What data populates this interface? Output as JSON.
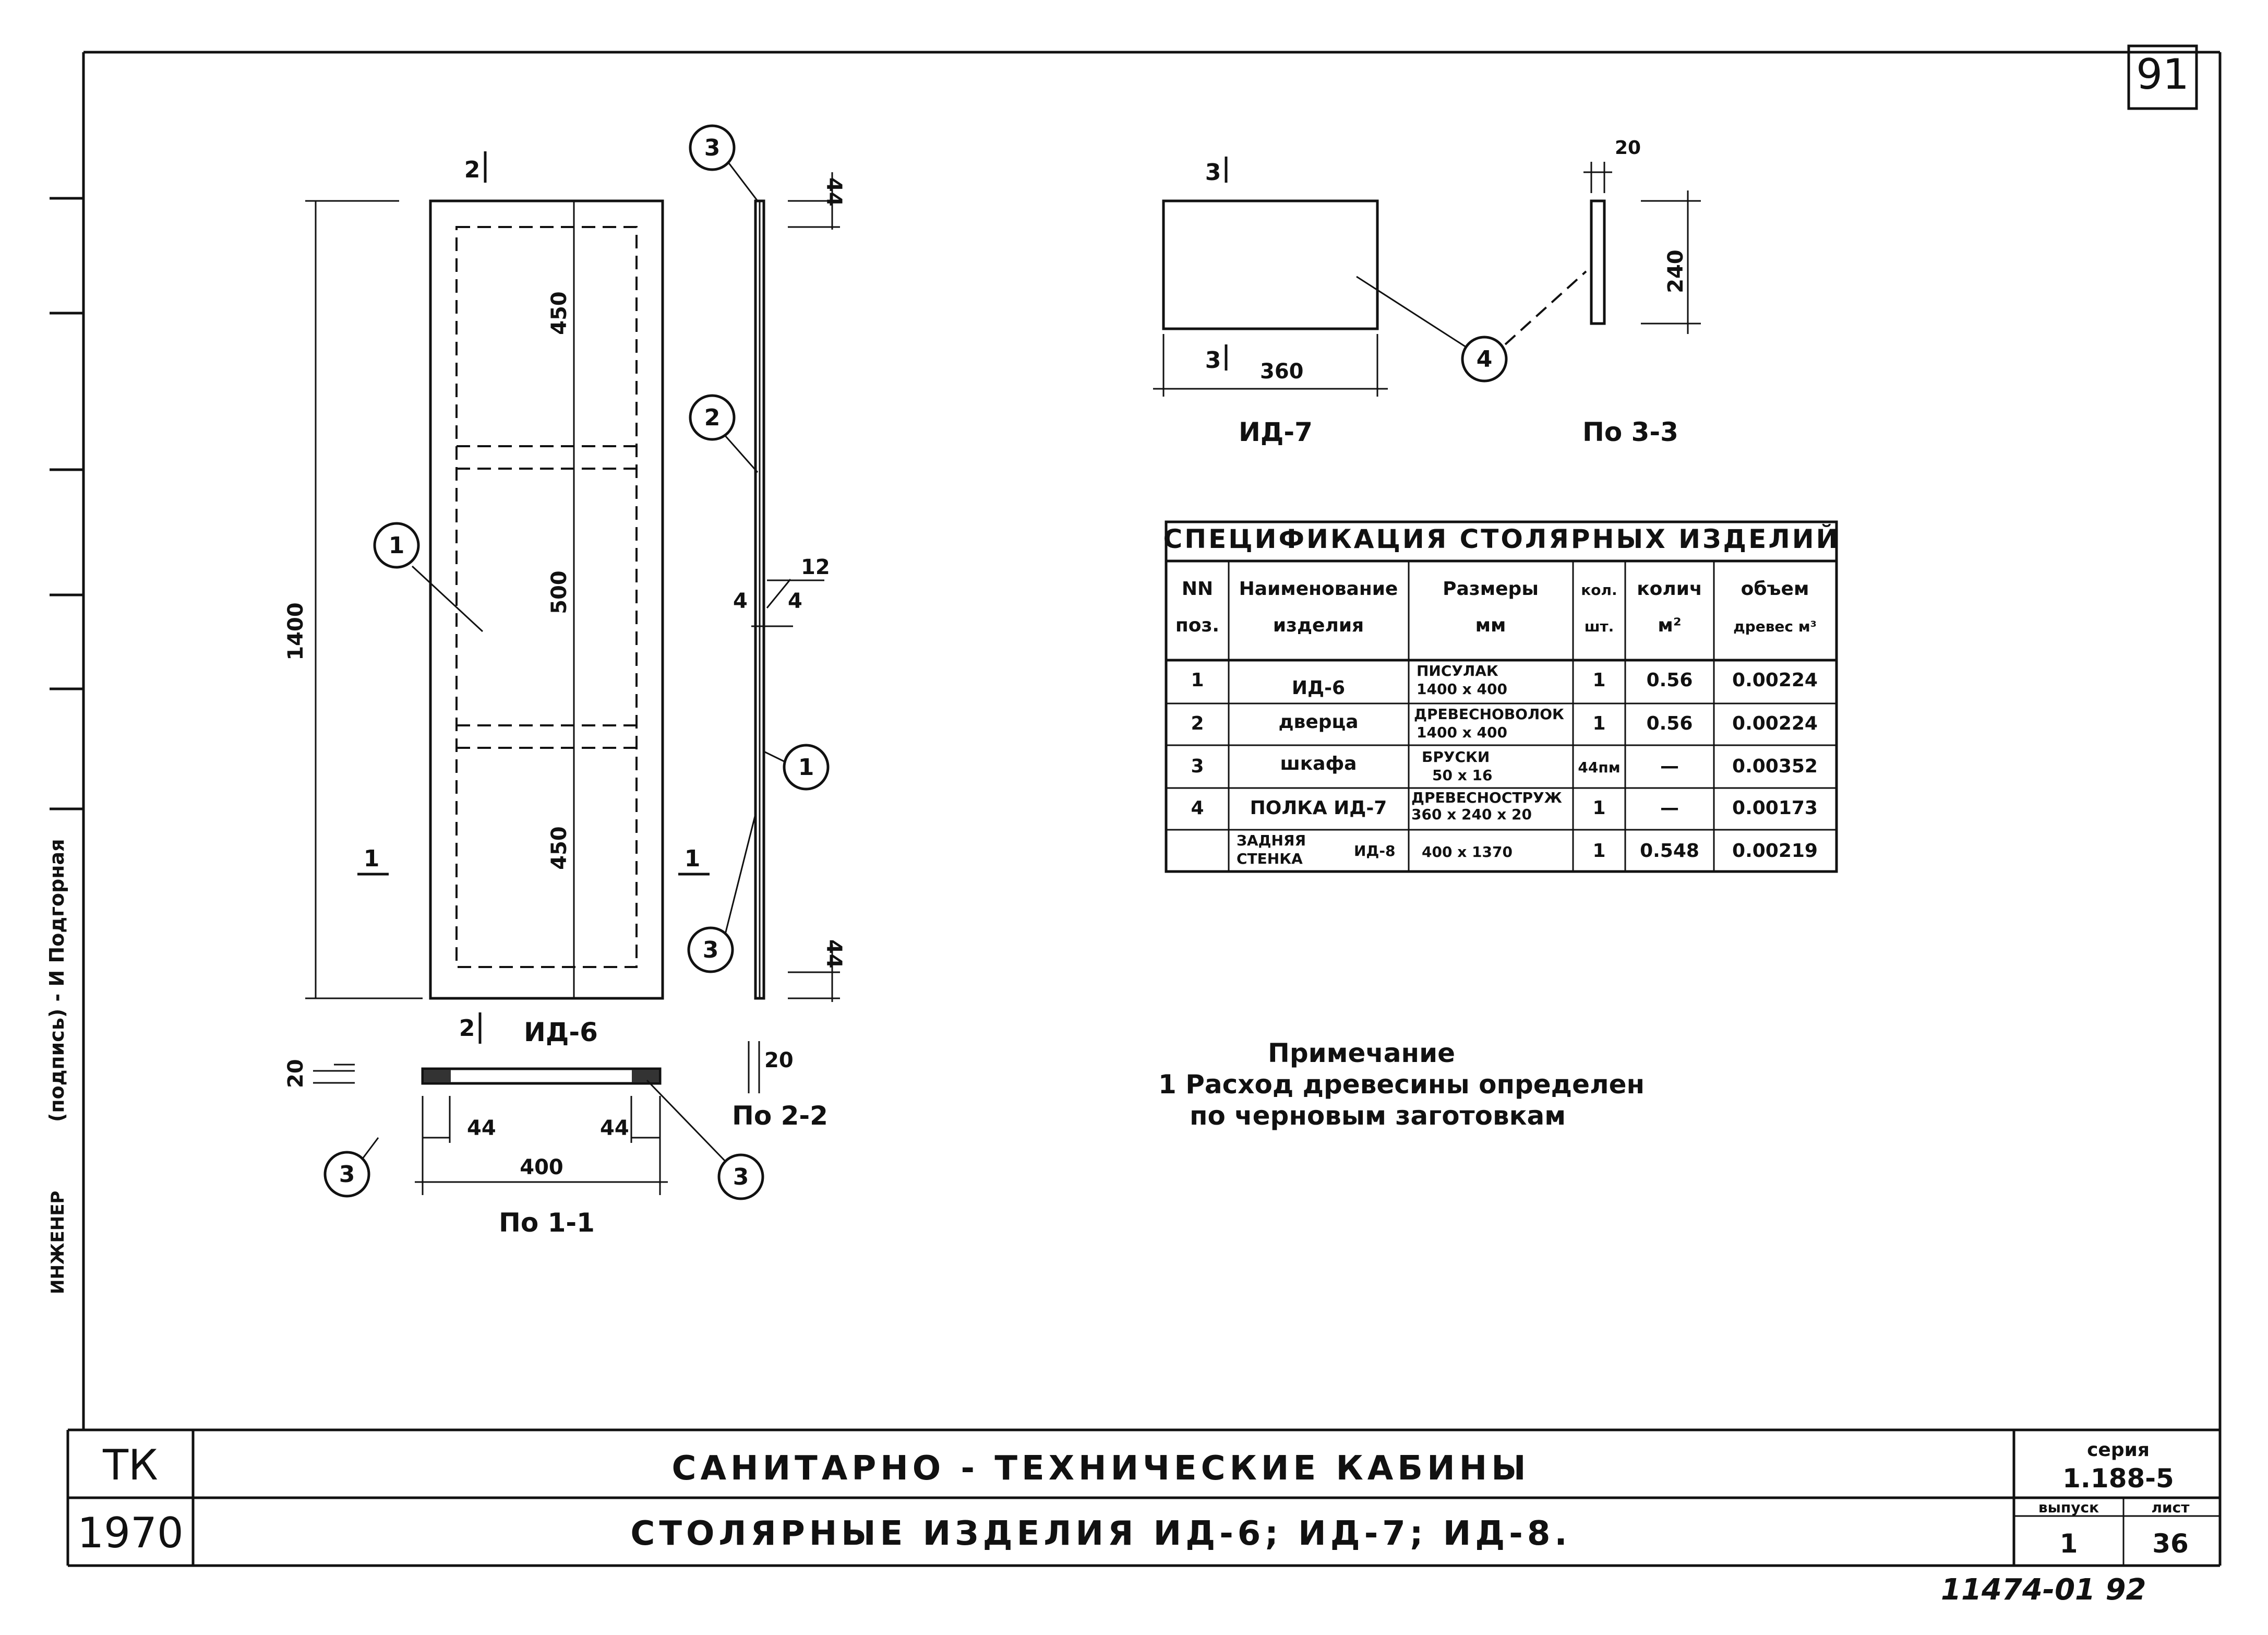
{
  "sheet_number": "91",
  "bottom_stamp": "11474-01  92",
  "left_margin": {
    "engineer": "ИНЖЕНЕР",
    "signature": "(подпись) - И Подгорная"
  },
  "elevation": {
    "label": "ИД-6",
    "height": "1400",
    "panel1": "450",
    "panel2": "500",
    "panel3": "450",
    "cut_1_left": "1",
    "cut_1_right": "1",
    "cut_2_top": "2",
    "cut_2_bottom": "2",
    "callout": "1"
  },
  "side_section": {
    "dim_top": "44",
    "dim_bottom": "44",
    "dim_mid": "12",
    "dim_left4": "4",
    "dim_right4": "4",
    "callout_top": "3",
    "callout_mid": "2",
    "callout_low": "1",
    "callout_bottom": "3"
  },
  "section_1_1": {
    "caption": "По 1-1",
    "width": "400",
    "edge_left": "44",
    "edge_right": "44",
    "thickness": "20",
    "callout_left": "3",
    "callout_right": "3"
  },
  "section_2_2": {
    "caption": "По 2-2",
    "thickness": "20"
  },
  "shelf": {
    "caption": "ИД-7",
    "width": "360",
    "cut_top": "3",
    "cut_bottom": "3",
    "callout": "4"
  },
  "section_3_3": {
    "caption": "По 3-3",
    "thickness": "20",
    "height": "240"
  },
  "spec_table": {
    "title": "СПЕЦИФИКАЦИЯ  СТОЛЯРНЫХ  ИЗДЕЛИЙ",
    "headers": [
      [
        "NN",
        "поз."
      ],
      [
        "Наименование",
        "изделия"
      ],
      [
        "Размеры",
        "мм"
      ],
      [
        "кол.",
        "шт."
      ],
      [
        "колич",
        "м²"
      ],
      [
        "объем",
        "древес м³"
      ]
    ],
    "group_name": [
      "ИД-6",
      "дверца",
      "шкафа"
    ],
    "rows": [
      {
        "pos": "1",
        "size": [
          "ПИСУЛАК",
          "1400 x 400"
        ],
        "qty": "1",
        "area": "0.56",
        "vol": "0.00224"
      },
      {
        "pos": "2",
        "size": [
          "ДРЕВЕСНОВОЛОК",
          "1400 x 400"
        ],
        "qty": "1",
        "area": "0.56",
        "vol": "0.00224"
      },
      {
        "pos": "3",
        "size": [
          "БРУСКИ",
          "50 x 16"
        ],
        "qty": "44пм",
        "area": "—",
        "vol": "0.00352"
      },
      {
        "pos": "4",
        "name": "ПОЛКА  ИД-7",
        "size": [
          "ДРЕВЕСНОСТРУЖ",
          "360 x 240 x 20"
        ],
        "qty": "1",
        "area": "—",
        "vol": "0.00173"
      },
      {
        "pos": "",
        "name": [
          "ЗАДНЯЯ",
          "СТЕНКА"
        ],
        "name_code": "ИД-8",
        "size": [
          "400 x 1370"
        ],
        "qty": "1",
        "area": "0.548",
        "vol": "0.00219"
      }
    ]
  },
  "note": {
    "heading": "Примечание",
    "line1": "1  Расход  древесины определен",
    "line2": "по черновым заготовкам"
  },
  "title_block": {
    "org": "ТК",
    "year": "1970",
    "title1": "САНИТАРНО - ТЕХНИЧЕСКИЕ  КАБИНЫ",
    "title2": "СТОЛЯРНЫЕ  ИЗДЕЛИЯ  ИД-6;  ИД-7;  ИД-8.",
    "series_label": "серия",
    "series_value": "1.188-5",
    "issue_label": "выпуск",
    "issue_value": "1",
    "sheet_label": "лист",
    "sheet_value": "36"
  }
}
